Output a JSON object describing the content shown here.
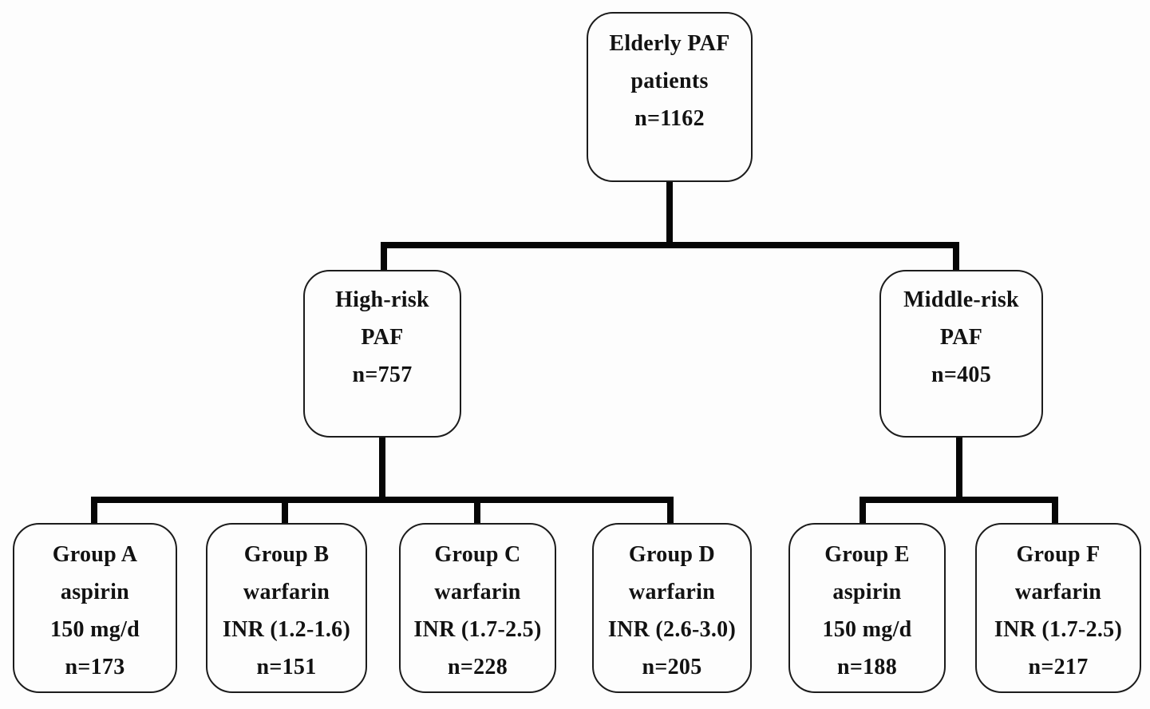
{
  "figure": {
    "type": "flow-diagram",
    "description_visible_text_only": true,
    "colors": {
      "background": "#fdfdfd",
      "box_border": "#1c1c1c",
      "connector": "#060606",
      "text": "#121212"
    },
    "nodes": {
      "root": {
        "id": "elderly-paf",
        "lines": [
          "Elderly PAF",
          "patients",
          "n=1162"
        ]
      },
      "high": {
        "id": "high-risk-paf",
        "lines": [
          "High-risk",
          "PAF",
          "n=757"
        ]
      },
      "middle": {
        "id": "middle-risk-paf",
        "lines": [
          "Middle-risk",
          "PAF",
          "n=405"
        ]
      },
      "group_a": {
        "id": "group-a",
        "lines": [
          "Group A",
          "aspirin",
          "150 mg/d",
          "n=173"
        ]
      },
      "group_b": {
        "id": "group-b",
        "lines": [
          "Group B",
          "warfarin",
          "INR (1.2-1.6)",
          "n=151"
        ]
      },
      "group_c": {
        "id": "group-c",
        "lines": [
          "Group C",
          "warfarin",
          "INR (1.7-2.5)",
          "n=228"
        ]
      },
      "group_d": {
        "id": "group-d",
        "lines": [
          "Group D",
          "warfarin",
          "INR (2.6-3.0)",
          "n=205"
        ]
      },
      "group_e": {
        "id": "group-e",
        "lines": [
          "Group E",
          "aspirin",
          "150 mg/d",
          "n=188"
        ]
      },
      "group_f": {
        "id": "group-f",
        "lines": [
          "Group F",
          "warfarin",
          "INR (1.7-2.5)",
          "n=217"
        ]
      }
    },
    "edges": [
      {
        "from": "elderly-paf",
        "to": "high-risk-paf"
      },
      {
        "from": "elderly-paf",
        "to": "middle-risk-paf"
      },
      {
        "from": "high-risk-paf",
        "to": "group-a"
      },
      {
        "from": "high-risk-paf",
        "to": "group-b"
      },
      {
        "from": "high-risk-paf",
        "to": "group-c"
      },
      {
        "from": "high-risk-paf",
        "to": "group-d"
      },
      {
        "from": "middle-risk-paf",
        "to": "group-e"
      },
      {
        "from": "middle-risk-paf",
        "to": "group-f"
      }
    ]
  }
}
